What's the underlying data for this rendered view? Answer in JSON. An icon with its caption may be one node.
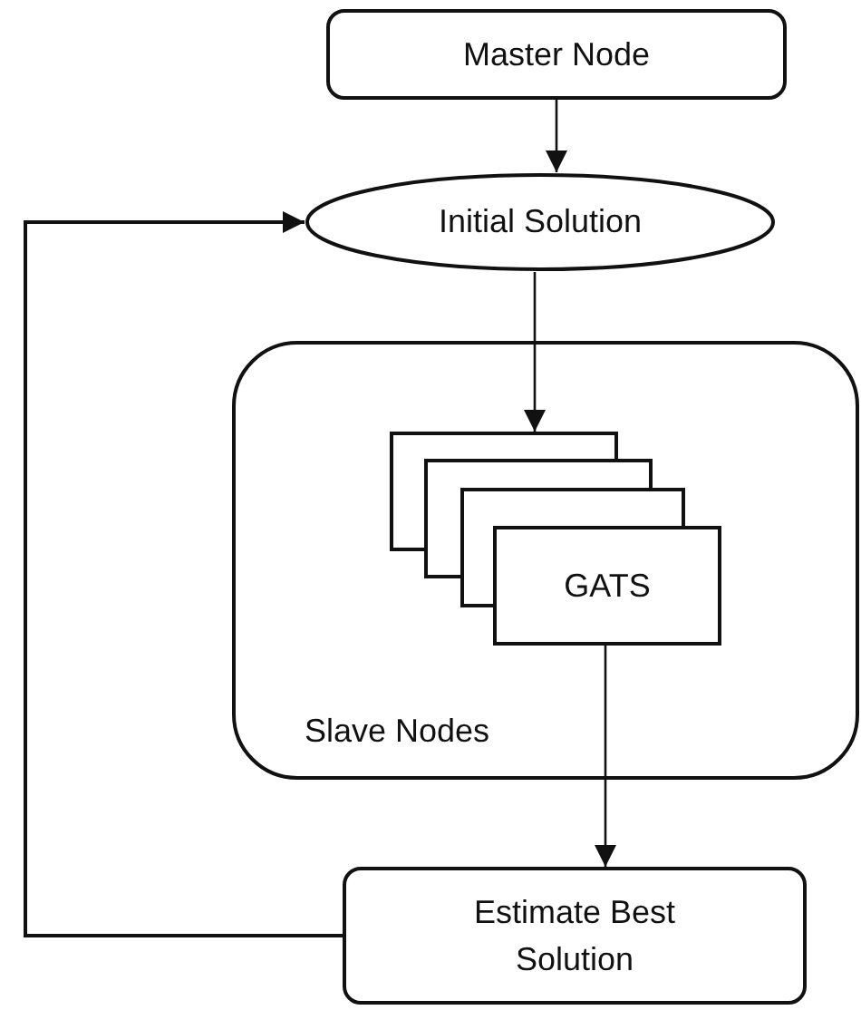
{
  "diagram": {
    "nodes": [
      {
        "text": [
          "Master Node"
        ]
      },
      {
        "text": [
          "Initial Solution"
        ]
      },
      {
        "text": [
          "Slave Nodes"
        ]
      },
      {
        "text": [
          "GATS"
        ],
        "in": 2
      },
      {
        "text": [
          "Estimate Best Solution"
        ]
      }
    ],
    "edges": [
      {
        "from": 0,
        "to": 1,
        "arrow": "to"
      },
      {
        "from": 1,
        "to": 3,
        "arrow": "to"
      },
      {
        "from": 3,
        "to": 4,
        "arrow": "to"
      },
      {
        "from": 4,
        "to": 1,
        "arrow": "to"
      }
    ]
  }
}
